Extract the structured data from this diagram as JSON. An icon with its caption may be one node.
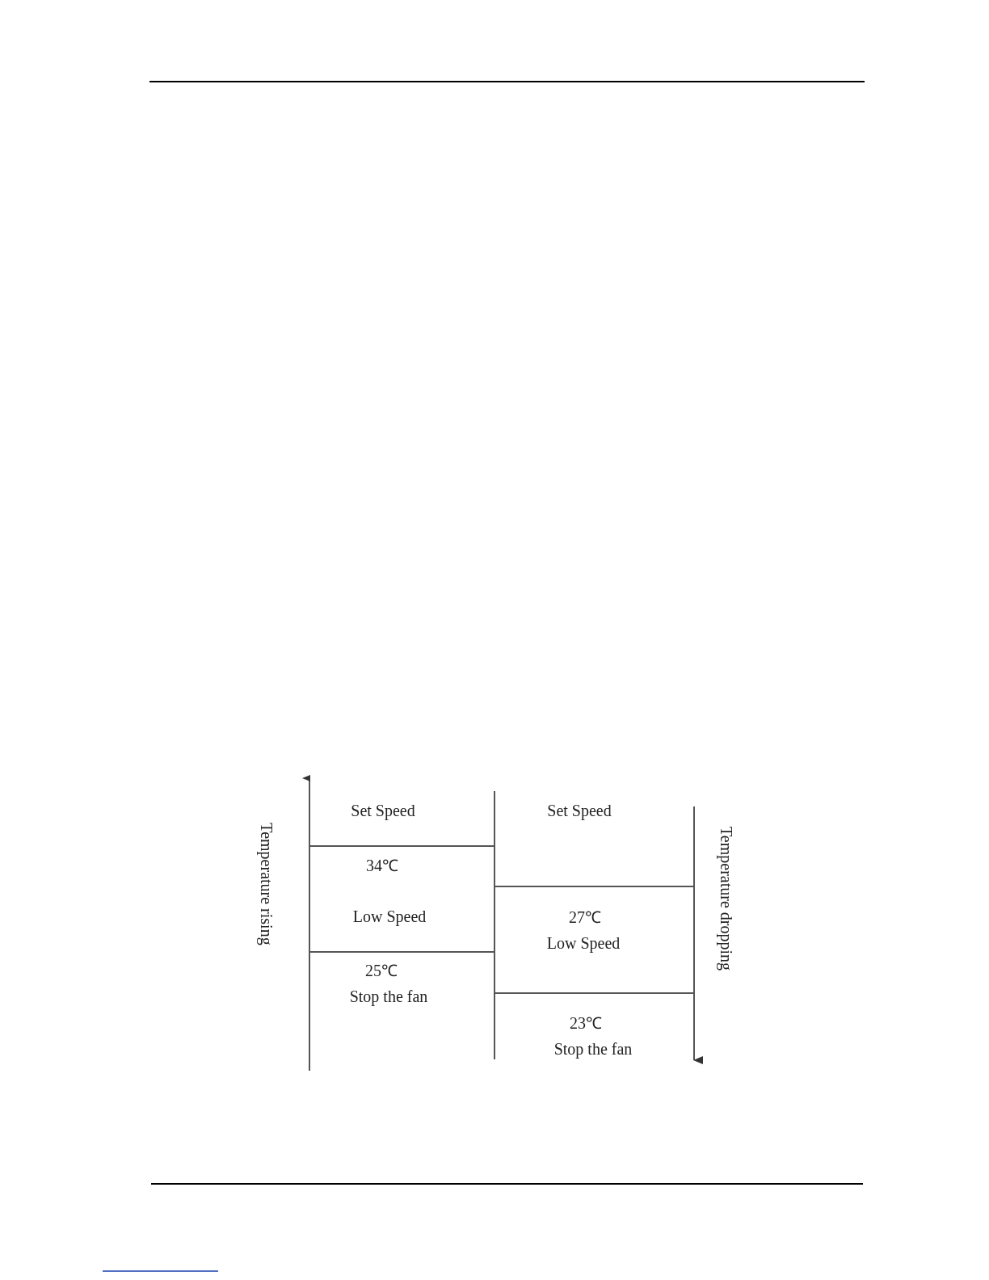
{
  "diagram": {
    "labels": [
      "Temperature rising",
      "Set Speed",
      "Set Speed",
      "Temperature dropping",
      "34℃",
      "Low Speed",
      "27℃",
      "Low Speed",
      "25℃",
      "Stop the fan",
      "23℃",
      "Stop the fan"
    ]
  }
}
